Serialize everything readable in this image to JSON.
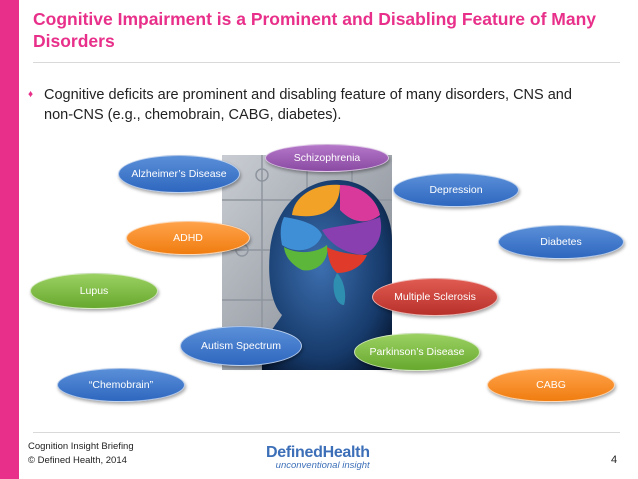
{
  "slide": {
    "title": "Cognitive Impairment is a Prominent and Disabling Feature of Many Disorders",
    "bullet": "Cognitive deficits are prominent and disabling feature of many disorders, CNS and non-CNS (e.g., chemobrain, CABG, diabetes).",
    "bullet_marker": "♦",
    "page_number": "4"
  },
  "disorders": {
    "alzheimers": "Alzheimer’s Disease",
    "schizophrenia": "Schizophrenia",
    "depression": "Depression",
    "adhd": "ADHD",
    "diabetes": "Diabetes",
    "lupus": "Lupus",
    "ms": "Multiple Sclerosis",
    "autism": "Autism Spectrum",
    "parkinsons": "Parkinson’s Disease",
    "chemobrain": "“Chemobrain”",
    "cabg": "CABG"
  },
  "footer": {
    "line1": "Cognition Insight Briefing",
    "line2": "© Defined Health, 2014",
    "logo_main": "DefinedHealth",
    "logo_sub": "unconventional insight"
  },
  "colors": {
    "accent": "#e8308a",
    "blue": "#2e67bf",
    "purple": "#8a4aa3",
    "orange": "#f07d10",
    "green": "#67a82e",
    "red": "#b8302a"
  },
  "icons": {
    "bullet": "diamond-bullet-icon",
    "figure": "head-brain-puzzle-illustration"
  }
}
